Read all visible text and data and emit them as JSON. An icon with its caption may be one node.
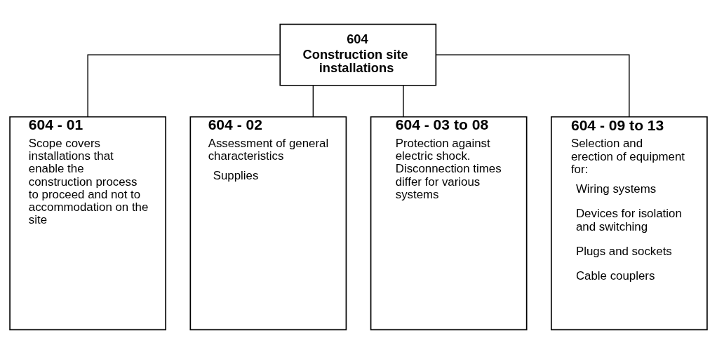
{
  "diagram": {
    "nodes": [
      {
        "text": [
          "604",
          "Construction site installations"
        ]
      },
      {
        "text": [
          "604 - 01",
          "Scope covers installations that enable the construction process to proceed and not to accommodation on the site"
        ]
      },
      {
        "text": [
          "604 - 02",
          "Assessment of general characteristics",
          "Supplies"
        ]
      },
      {
        "text": [
          "604 - 03 to 08",
          "Protection against electric shock. Disconnection times differ for various systems"
        ]
      },
      {
        "text": [
          "604 - 09 to 13",
          "Selection and erection of equipment for:",
          "Wiring systems",
          "Devices for isolation and switching",
          "Plugs and sockets",
          "Cable couplers"
        ]
      }
    ],
    "edges": [
      {
        "from": 0,
        "to": 1,
        "arrow": "none"
      },
      {
        "from": 0,
        "to": 2,
        "arrow": "none"
      },
      {
        "from": 0,
        "to": 3,
        "arrow": "none"
      },
      {
        "from": 0,
        "to": 4,
        "arrow": "none"
      }
    ]
  }
}
